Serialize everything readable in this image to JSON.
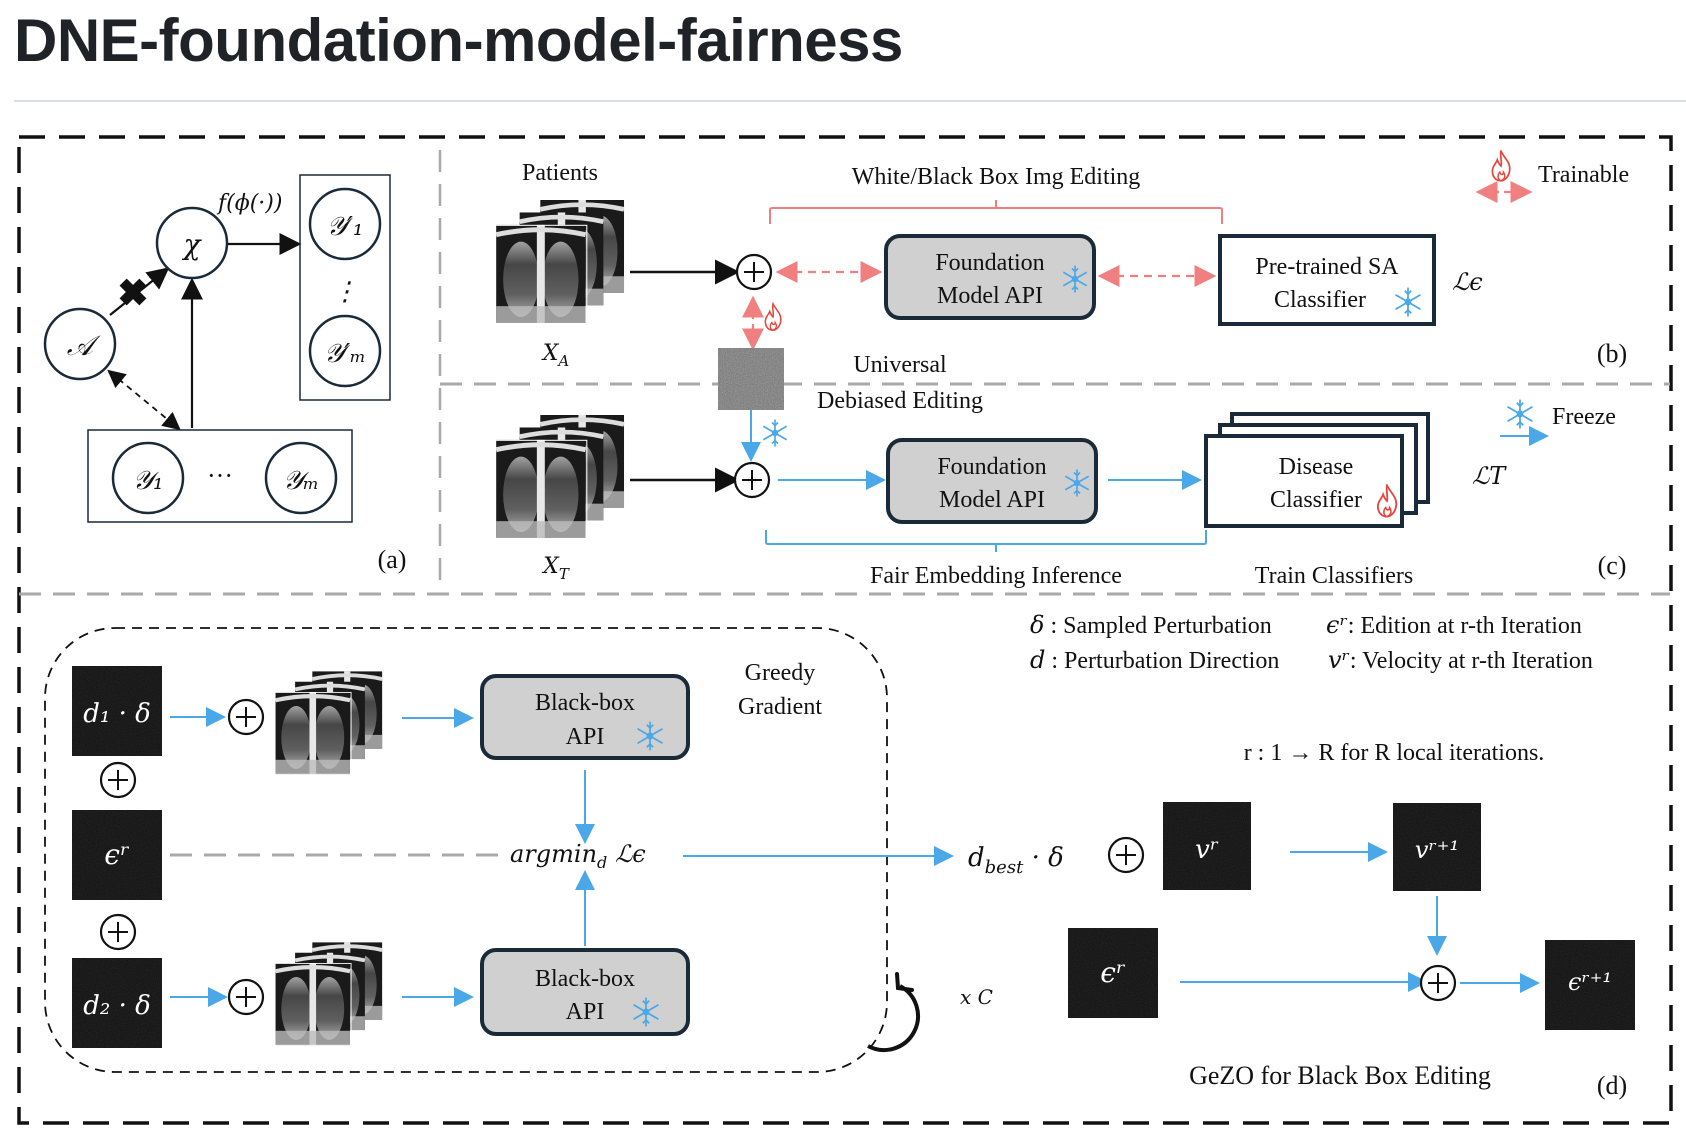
{
  "page": {
    "title": "DNE-foundation-model-fairness"
  },
  "colors": {
    "trainable": "#f08080",
    "freeze": "#4aa8e8",
    "box_fill": "#d0d0d0",
    "box_border": "#1a2a38"
  },
  "panel_a": {
    "label": "(a)",
    "node_A": "𝒜",
    "node_X": "χ",
    "edge_label": "f(ϕ(·))",
    "outputs": [
      "𝒴′₁",
      "⋮",
      "𝒴′ₘ"
    ],
    "inputs": [
      "𝒴₁",
      "···",
      "𝒴ₘ"
    ]
  },
  "panel_b": {
    "label": "(b)",
    "patients": "Patients",
    "xa": "X_A",
    "brace_label": "White/Black Box Img Editing",
    "foundation": [
      "Foundation",
      "Model API"
    ],
    "sa_classifier": [
      "Pre-trained SA",
      "Classifier"
    ],
    "loss": "ℒϵ",
    "legend_trainable": "Trainable",
    "universal": [
      "Universal",
      "Debiased Editing"
    ]
  },
  "panel_c": {
    "label": "(c)",
    "xt": "X_T",
    "foundation": [
      "Foundation",
      "Model API"
    ],
    "disease": [
      "Disease",
      "Classifier"
    ],
    "loss": "ℒT",
    "legend_freeze": "Freeze",
    "brace_label": "Fair Embedding Inference",
    "train_label": "Train Classifiers"
  },
  "panel_d": {
    "label": "(d)",
    "d1": "d₁ · δ",
    "er": "ϵʳ",
    "d2": "d₂ · δ",
    "blackbox": [
      "Black-box",
      "API"
    ],
    "greedy": [
      "Greedy",
      "Gradient"
    ],
    "argmin": "argmin",
    "argmin_sub": "d",
    "argmin_loss": "ℒϵ",
    "loop": "x C",
    "dbest": "d",
    "dbest_sub": "best",
    "dbest_tail": " · δ",
    "vr": "vʳ",
    "vr1": "vʳ⁺¹",
    "er_right": "ϵʳ",
    "er1": "ϵʳ⁺¹",
    "legend": [
      {
        "sym": "δ",
        "text": " : Sampled Perturbation"
      },
      {
        "sym": "ϵʳ",
        "text": ": Edition at r-th Iteration"
      },
      {
        "sym": "d",
        "text": " : Perturbation Direction"
      },
      {
        "sym": "vʳ",
        "text": ": Velocity at r-th Iteration"
      }
    ],
    "iterations": "r : 1  → R  for R local iterations.",
    "caption": "GeZO for Black Box Editing"
  }
}
